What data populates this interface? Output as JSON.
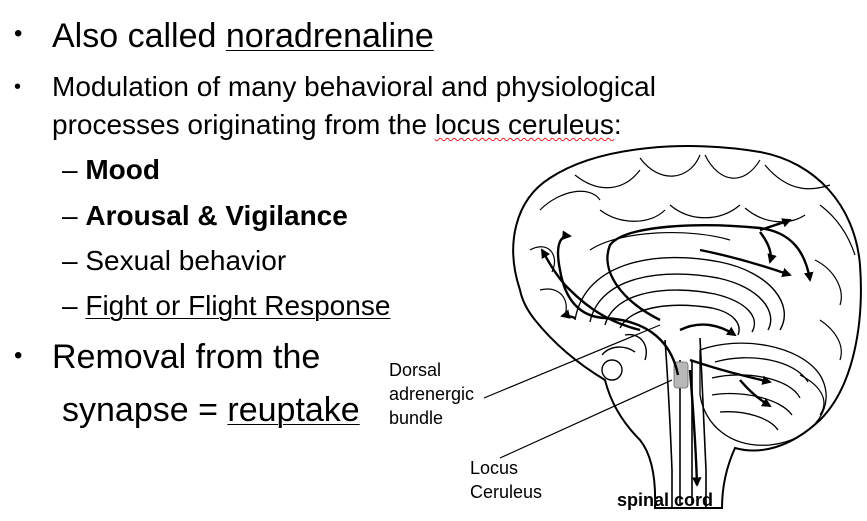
{
  "bullets": {
    "b1_prefix": "Also called ",
    "b1_link": "noradrenaline",
    "b2_line1": "Modulation of many behavioral and physiological",
    "b2_line2_prefix": "processes originating from the ",
    "b2_line2_link": "locus ceruleus",
    "b2_line2_suffix": ":",
    "sub": [
      {
        "dash": "–",
        "text": "Mood"
      },
      {
        "dash": "–",
        "text": "Arousal & Vigilance"
      },
      {
        "dash": "–",
        "text": "Sexual behavior"
      },
      {
        "dash": "–",
        "text": "Fight or Flight Response"
      }
    ],
    "b3_line1": "Removal from the",
    "b3_line2_prefix": "synapse = ",
    "b3_line2_link": "reuptake",
    "bullet_char": "•"
  },
  "diagram": {
    "label_dorsal_1": "Dorsal",
    "label_dorsal_2": "adrenergic",
    "label_dorsal_3": "bundle",
    "label_locus_1": "Locus",
    "label_locus_2": "Ceruleus",
    "label_spinal": "spinal cord"
  }
}
